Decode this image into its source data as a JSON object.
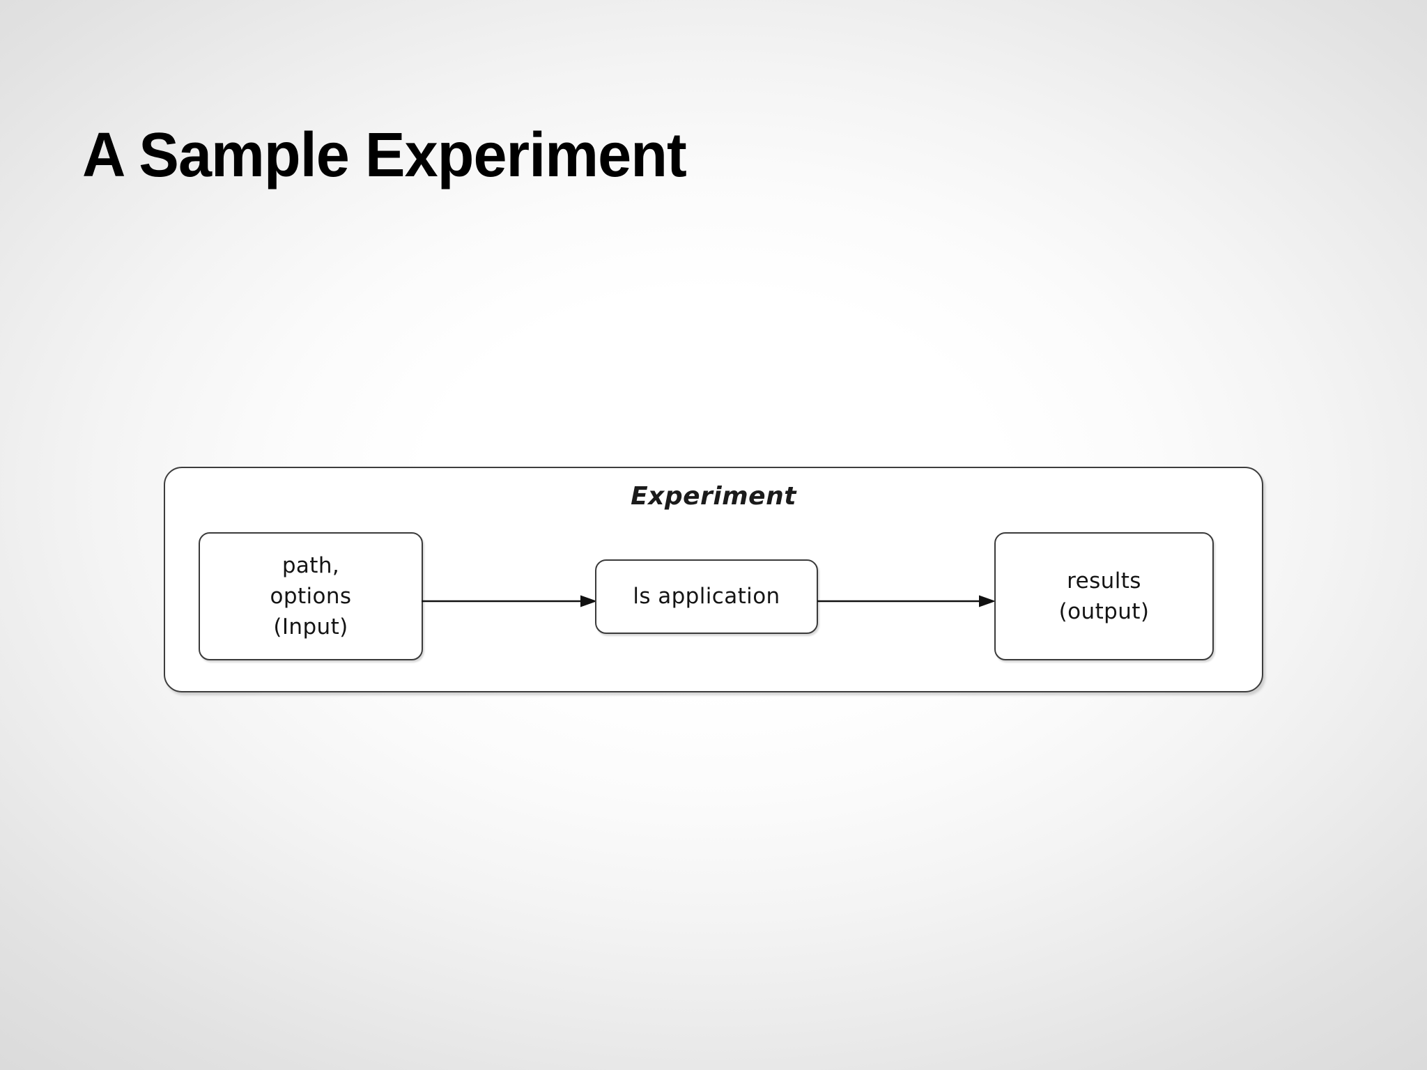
{
  "slide": {
    "title": "A Sample Experiment",
    "background": {
      "center_color": "#ffffff",
      "edge_color": "#dadada"
    }
  },
  "diagram": {
    "type": "flow",
    "container_label": "Experiment",
    "border_color": "#3a3a3a",
    "fill_color": "#ffffff",
    "nodes": [
      {
        "id": "input",
        "name": "input-node",
        "lines": [
          "path,",
          "options",
          "(Input)"
        ]
      },
      {
        "id": "process",
        "name": "process-node",
        "lines": [
          "ls application"
        ]
      },
      {
        "id": "output",
        "name": "output-node",
        "lines": [
          "results",
          "(output)"
        ]
      }
    ],
    "edges": [
      {
        "id": "edge-1",
        "from": "input",
        "to": "process",
        "style": "solid-arrow"
      },
      {
        "id": "edge-2",
        "from": "process",
        "to": "output",
        "style": "solid-arrow"
      }
    ]
  }
}
